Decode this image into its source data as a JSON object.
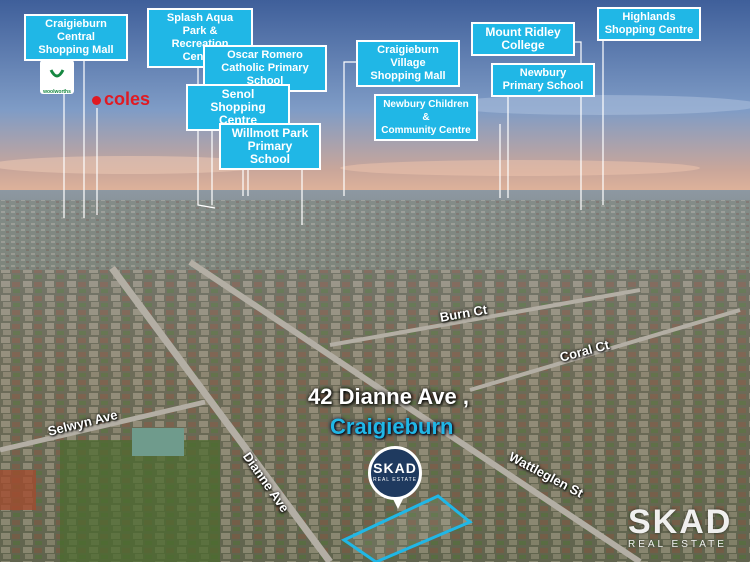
{
  "property": {
    "address": "42 Dianne Ave",
    "suburb": "Craigieburn"
  },
  "pin": {
    "brand": "SKAD",
    "sub": "REAL ESTATE"
  },
  "watermark": {
    "brand": "SKAD",
    "sub": "REAL ESTATE"
  },
  "logos": {
    "woolworths_text": "woolworths",
    "coles_text": "coles"
  },
  "landmarks": {
    "craigieburn_central": {
      "l1": "Craigieburn Central",
      "l2": "Shopping Mall"
    },
    "splash_aqua": {
      "l1": "Splash Aqua Park &",
      "l2": "Recreation Centre"
    },
    "oscar_romero": {
      "l1": "Oscar Romero",
      "l2": "Catholic Primary School"
    },
    "senol": {
      "l1": "Senol",
      "l2": "Shopping Centre"
    },
    "willmott_park": {
      "l1": "Willmott Park",
      "l2": "Primary School"
    },
    "craigieburn_village": {
      "l1": "Craigieburn Village",
      "l2": "Shopping Mall"
    },
    "newbury_children": {
      "l1": "Newbury Children &",
      "l2": "Community Centre"
    },
    "mount_ridley": {
      "l1": "Mount Ridley",
      "l2": "College"
    },
    "newbury_primary": {
      "l1": "Newbury",
      "l2": "Primary School"
    },
    "highlands": {
      "l1": "Highlands",
      "l2": "Shopping Centre"
    }
  },
  "streets": {
    "burn_ct": "Burn Ct",
    "coral_ct": "Coral Ct",
    "selwyn_ave": "Selwyn Ave",
    "dianne_ave": "Dianne Ave",
    "wattleglen_st": "Wattleglen St"
  },
  "colors": {
    "label_bg": "#20b7e6",
    "brand_navy": "#1f3a5f",
    "woolworths_green": "#178841",
    "coles_red": "#e01a22"
  }
}
